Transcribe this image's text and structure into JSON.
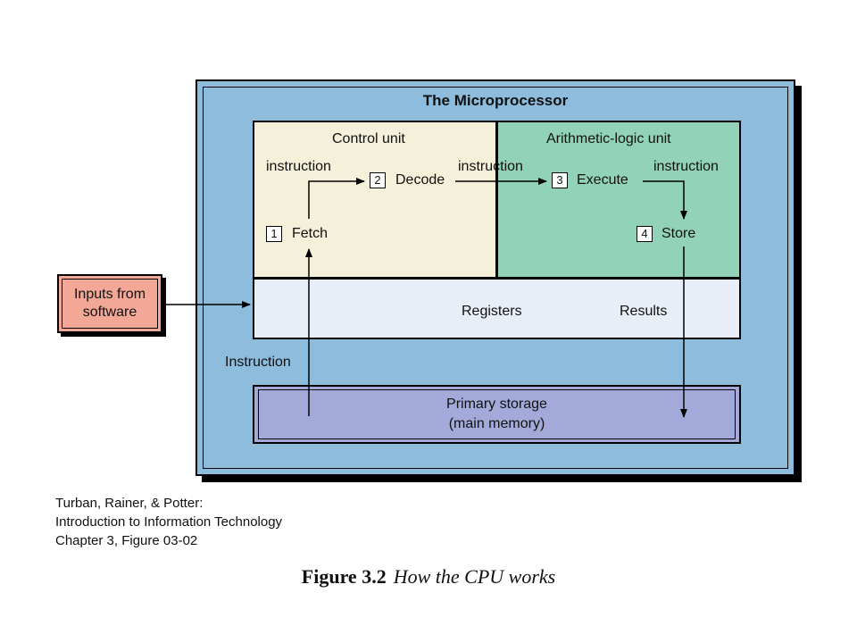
{
  "diagram": {
    "microprocessor_title": "The Microprocessor",
    "control_unit": {
      "title": "Control unit",
      "instruction_label": "instruction",
      "fetch": {
        "step": "1",
        "label": "Fetch"
      },
      "decode": {
        "step": "2",
        "label": "Decode"
      }
    },
    "alu": {
      "title": "Arithmetic-logic unit",
      "instruction_label_left": "instruction",
      "instruction_label_right": "instruction",
      "execute": {
        "step": "3",
        "label": "Execute"
      },
      "store": {
        "step": "4",
        "label": "Store"
      }
    },
    "registers": {
      "label": "Registers",
      "results": "Results"
    },
    "instruction_label": "Instruction",
    "primary_storage": {
      "line1": "Primary storage",
      "line2": "(main memory)"
    },
    "inputs": {
      "line1": "Inputs from",
      "line2": "software"
    }
  },
  "credit": {
    "line1": "Turban, Rainer, & Potter:",
    "line2": "Introduction to Information Technology",
    "line3": "Chapter 3, Figure 03-02"
  },
  "caption": {
    "figure": "Figure 3.2",
    "description": "How the CPU works"
  },
  "colors": {
    "microprocessor": "#8dbcdd",
    "control_unit": "#f4f0da",
    "alu": "#92d2b8",
    "registers": "#e8eef8",
    "primary_storage": "#a3a9d8",
    "inputs": "#f2a797"
  }
}
